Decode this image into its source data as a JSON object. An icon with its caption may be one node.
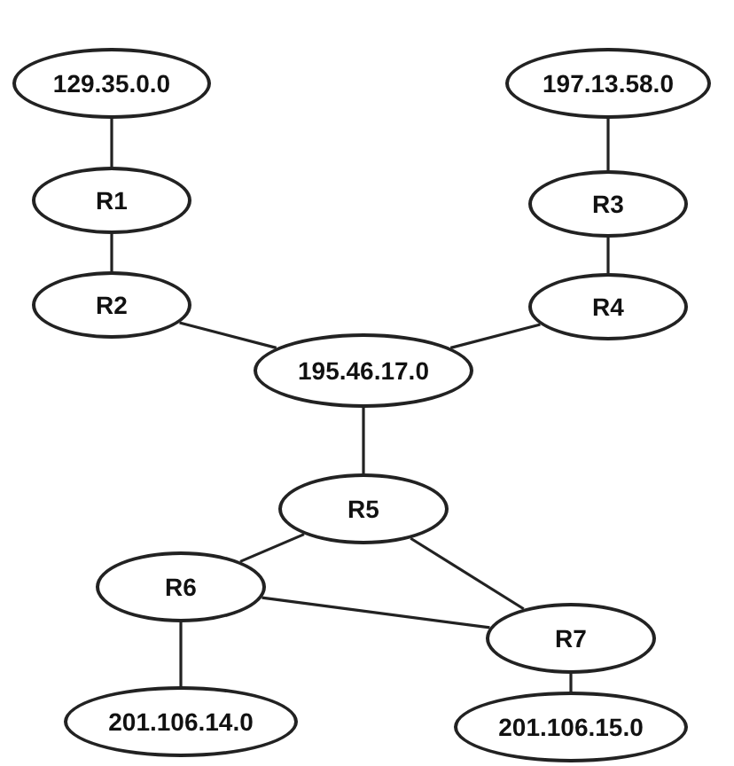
{
  "diagram": {
    "nodes": [
      {
        "text": [
          "129.35.0.0"
        ]
      },
      {
        "text": [
          "R1"
        ]
      },
      {
        "text": [
          "R2"
        ]
      },
      {
        "text": [
          "197.13.58.0"
        ]
      },
      {
        "text": [
          "R3"
        ]
      },
      {
        "text": [
          "R4"
        ]
      },
      {
        "text": [
          "195.46.17.0"
        ]
      },
      {
        "text": [
          "R5"
        ]
      },
      {
        "text": [
          "R6"
        ]
      },
      {
        "text": [
          "R7"
        ]
      },
      {
        "text": [
          "201.106.14.0"
        ]
      },
      {
        "text": [
          "201.106.15.0"
        ]
      }
    ],
    "edges": [
      {
        "from": 0,
        "to": 1,
        "arrow": "none"
      },
      {
        "from": 1,
        "to": 2,
        "arrow": "none"
      },
      {
        "from": 3,
        "to": 4,
        "arrow": "none"
      },
      {
        "from": 4,
        "to": 5,
        "arrow": "none"
      },
      {
        "from": 2,
        "to": 6,
        "arrow": "none"
      },
      {
        "from": 5,
        "to": 6,
        "arrow": "none"
      },
      {
        "from": 6,
        "to": 7,
        "arrow": "none"
      },
      {
        "from": 7,
        "to": 8,
        "arrow": "none"
      },
      {
        "from": 7,
        "to": 9,
        "arrow": "none"
      },
      {
        "from": 8,
        "to": 9,
        "arrow": "none"
      },
      {
        "from": 8,
        "to": 10,
        "arrow": "none"
      },
      {
        "from": 9,
        "to": 11,
        "arrow": "none"
      }
    ]
  }
}
